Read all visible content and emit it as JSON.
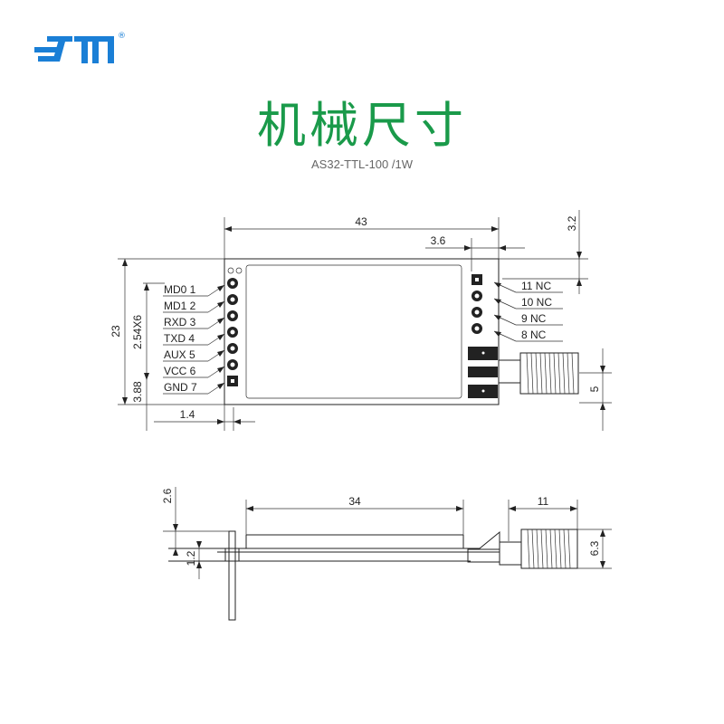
{
  "logo": {
    "icon": "esti-logo-icon",
    "brand_color": "#1a7fd6",
    "registered_mark": "®"
  },
  "header": {
    "title": "机械尺寸",
    "subtitle": "AS32-TTL-100 /1W",
    "title_color": "#1a9a4a"
  },
  "top_view": {
    "dims": {
      "width": "43",
      "right_offset": "3.6",
      "top_offset": "3.2",
      "height": "23",
      "pitch": "2.54X6",
      "bottom_offset": "3.88",
      "left_offset": "1.4",
      "antenna_height": "5"
    },
    "left_pins": [
      {
        "name": "MD0",
        "num": "1"
      },
      {
        "name": "MD1",
        "num": "2"
      },
      {
        "name": "RXD",
        "num": "3"
      },
      {
        "name": "TXD",
        "num": "4"
      },
      {
        "name": "AUX",
        "num": "5"
      },
      {
        "name": "VCC",
        "num": "6"
      },
      {
        "name": "GND",
        "num": "7"
      }
    ],
    "right_pins": [
      {
        "num": "11",
        "name": "NC"
      },
      {
        "num": "10",
        "name": "NC"
      },
      {
        "num": "9",
        "name": "NC"
      },
      {
        "num": "8",
        "name": "NC"
      }
    ]
  },
  "side_view": {
    "dims": {
      "board_length": "34",
      "connector_length": "11",
      "pin_height": "2.6",
      "board_thickness": "1.2",
      "connector_diameter": "6.3"
    }
  }
}
